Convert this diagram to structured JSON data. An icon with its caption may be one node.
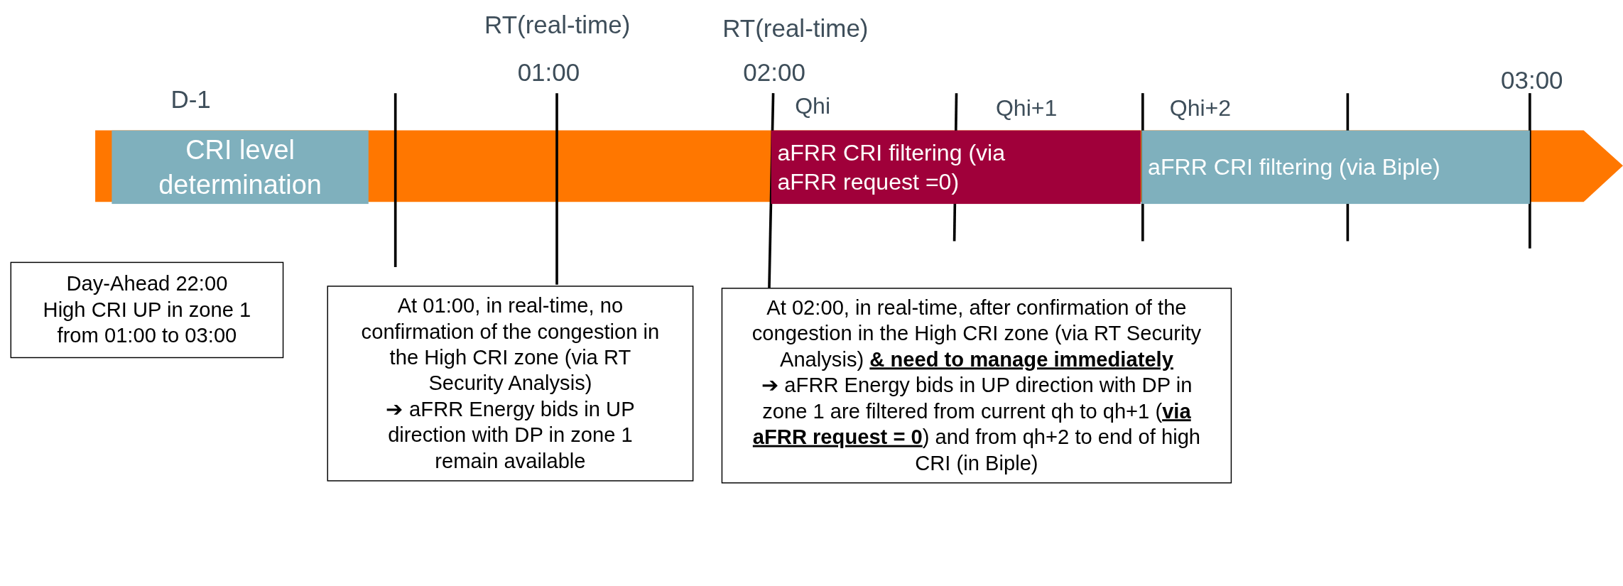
{
  "diagram": {
    "nodes": [
      {
        "text": [
          "CRI level determination"
        ]
      },
      {
        "text": [
          "aFRR CRI filtering (via aFRR request =0)"
        ]
      },
      {
        "text": [
          "aFRR CRI filtering (via Biple)"
        ]
      },
      {
        "text": [
          "Day-Ahead 22:00 High CRI UP in zone 1 from 01:00 to 03:00"
        ]
      },
      {
        "text": [
          "At 01:00, in real-time, no confirmation of the congestion in the High CRI zone (via RT Security Analysis)",
          "➔ aFRR Energy bids in UP direction with DP in zone 1 remain available"
        ]
      },
      {
        "text": [
          "At 02:00, in real-time, after confirmation of the congestion in the High CRI zone (via RT Security Analysis) **& need to manage immediately**",
          "➔ aFRR Energy bids in UP direction with DP in zone 1 are filtered from current qh to qh+1 (**via aFRR request = 0**) and from qh+2 to end of high CRI (in Biple)"
        ]
      }
    ],
    "labels": [
      "RT(real-time)",
      "RT(real-time)",
      "01:00",
      "02:00",
      "03:00",
      "D-1",
      "Qhi",
      "Qhi+1",
      "Qhi+2"
    ]
  }
}
